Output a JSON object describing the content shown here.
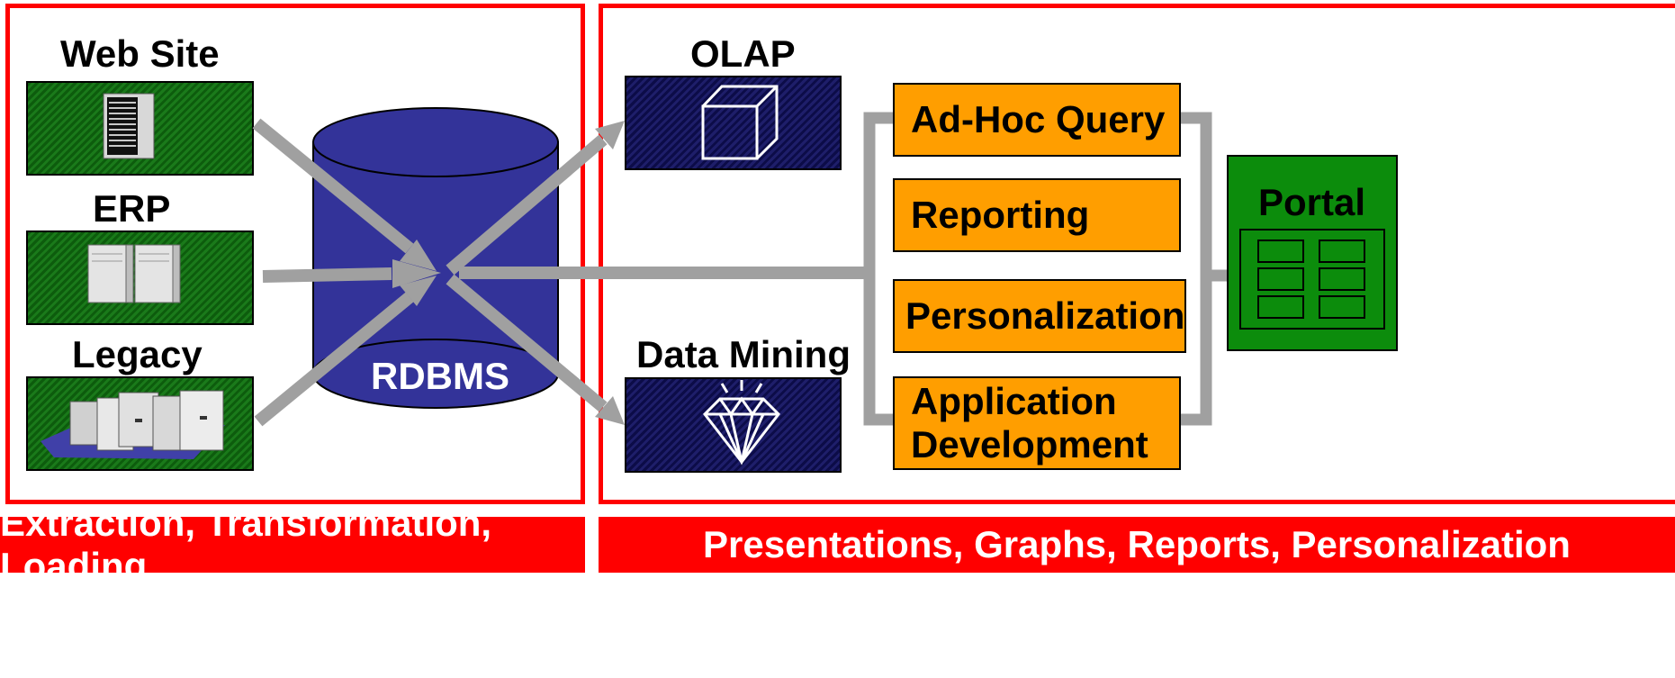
{
  "sources": {
    "web_site": "Web Site",
    "erp": "ERP",
    "legacy": "Legacy"
  },
  "rdbms": "RDBMS",
  "olap": "OLAP",
  "data_mining": "Data Mining",
  "tools": {
    "ad_hoc_query": "Ad-Hoc Query",
    "reporting": "Reporting",
    "personalization": "Personalization",
    "application": "Application",
    "development": "Development"
  },
  "portal": "Portal",
  "banners": {
    "left": "Extraction, Transformation, Loading",
    "right": "Presentations, Graphs, Reports, Personalization"
  },
  "colors": {
    "frame_red": "#ff0000",
    "source_green": "#1a7a1a",
    "analysis_navy": "#0c0c48",
    "tool_orange": "#ff9e00",
    "portal_green": "#0c8c0c",
    "cylinder_blue": "#333399",
    "arrow_gray": "#a0a0a0"
  }
}
